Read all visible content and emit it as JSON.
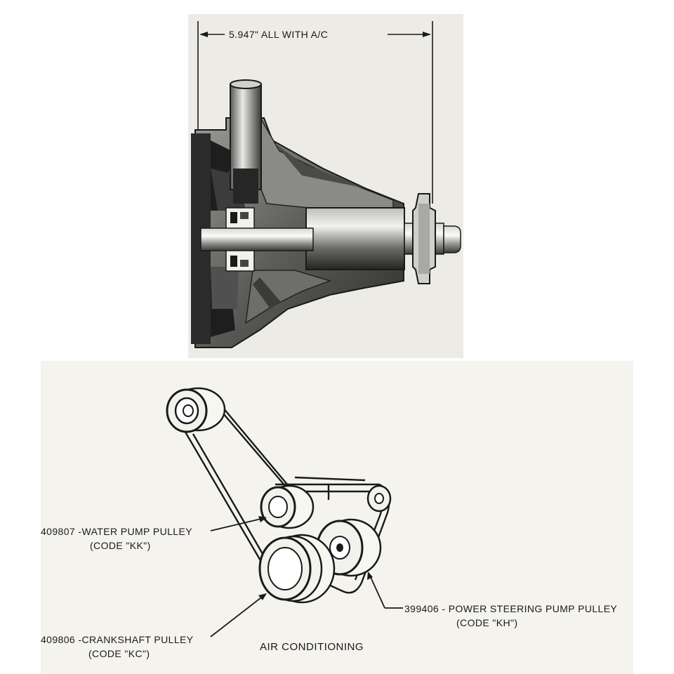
{
  "top_diagram": {
    "dimension_text": "5.947\"   ALL WITH A/C"
  },
  "bottom_diagram": {
    "labels": {
      "water_pump_part": "409807 -WATER PUMP PULLEY",
      "water_pump_code": "(CODE \"KK\")",
      "power_steering_part": "399406 - POWER STEERING PUMP PULLEY",
      "power_steering_code": "(CODE \"KH\")",
      "crankshaft_part": "409806 -CRANKSHAFT PULLEY",
      "crankshaft_code": "(CODE \"KC\")",
      "caption": "AIR CONDITIONING"
    }
  },
  "colors": {
    "ink": "#1a1a1a",
    "paper_top": "#ecebe6",
    "paper_bottom": "#f4f3ee",
    "casting_dark": "#2b2b2b",
    "casting_mid": "#7a7a78"
  }
}
